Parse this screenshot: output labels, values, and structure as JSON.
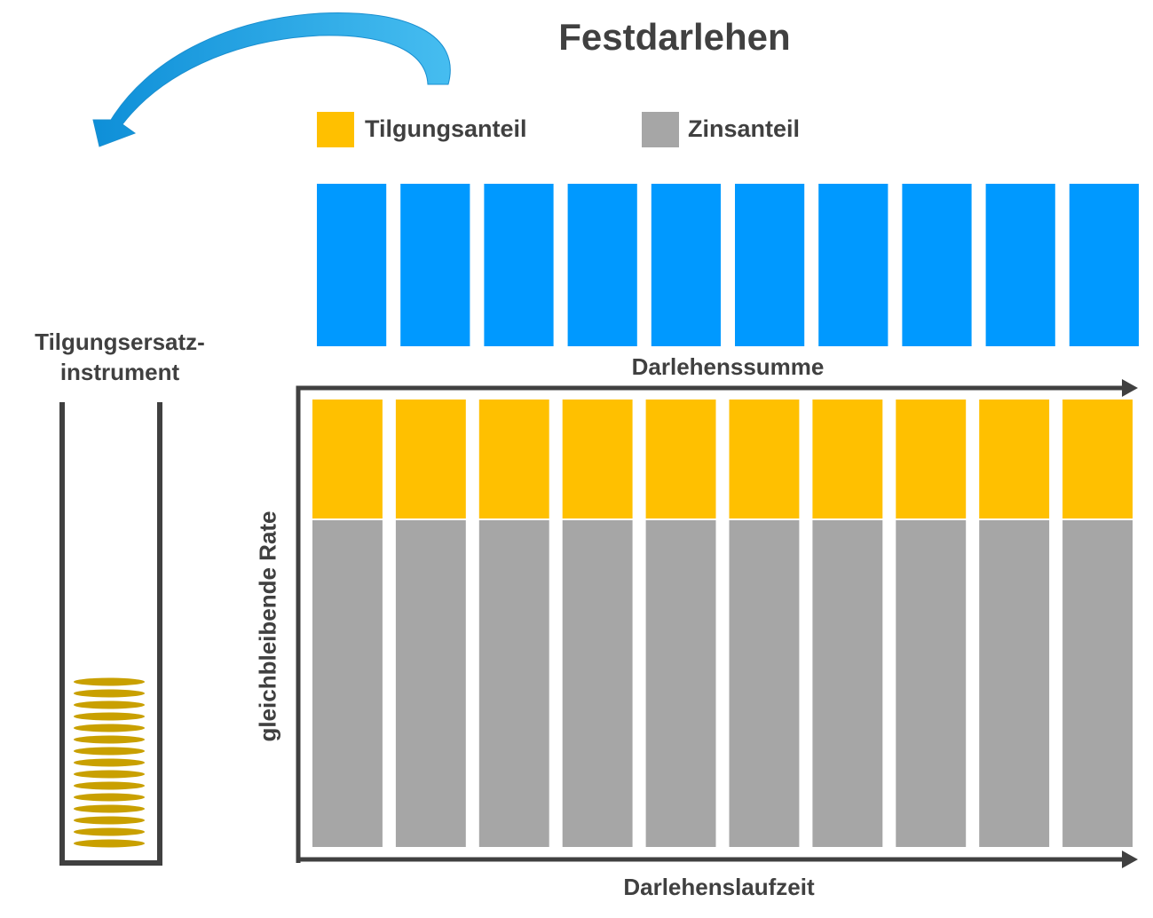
{
  "title": "Festdarlehen",
  "legend": {
    "repayment": {
      "label": "Tilgungsanteil",
      "color": "#FFC000"
    },
    "interest": {
      "label": "Zinsanteil",
      "color": "#A6A6A6"
    }
  },
  "loan_sum_label": "Darlehenssumme",
  "loan_term_label": "Darlehenslaufzeit",
  "rate_label": "gleichbleibende Rate",
  "instrument_label_line1": "Tilgungsersatz-",
  "instrument_label_line2": "instrument",
  "colors": {
    "loan_block": "#0099FF",
    "repayment": "#FFC000",
    "interest": "#A6A6A6",
    "coin": "#C9A000",
    "arrow": "#1FA3E0",
    "axis": "#404040"
  },
  "diagram": {
    "loan_block_count": 10,
    "rate_column_count": 10,
    "instrument_coin_count": 15
  }
}
